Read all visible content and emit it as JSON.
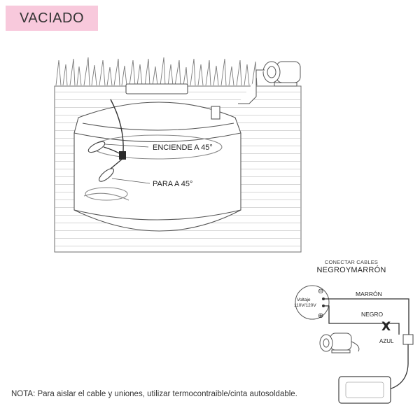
{
  "header": {
    "title": "VACIADO"
  },
  "diagram": {
    "label_on": "ENCIENDE A 45°",
    "label_off": "PARA A 45°"
  },
  "wiring": {
    "caption_small": "CONECTAR CABLES",
    "caption_big": "NEGROYMARRÓN",
    "label_brown": "MARRÓN",
    "label_black": "NEGRO",
    "label_blue": "AZUL",
    "voltage_line1": "Voltaje",
    "voltage_line2": "110V/120V",
    "minus_sign": "⊖",
    "plus_sign": "⊕",
    "x_mark": "X"
  },
  "note": "NOTA: Para aislar el cable y uniones, utilizar termocontraible/cinta autosoldable."
}
